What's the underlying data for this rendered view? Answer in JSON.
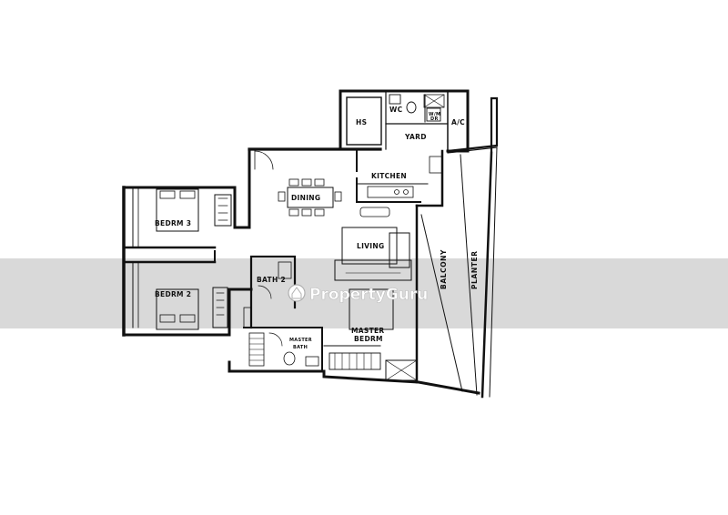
{
  "rooms": {
    "hs": "HS",
    "wc": "WC",
    "wm_dr_line1": "W/M",
    "wm_dr_line2": "DR",
    "ac": "A/C",
    "yard": "YARD",
    "kitchen": "KITCHEN",
    "dining": "DINING",
    "bedrm3": "BEDRM 3",
    "living": "LIVING",
    "bedrm2": "BEDRM 2",
    "bath2": "BATH 2",
    "master_bedrm_line1": "MASTER",
    "master_bedrm_line2": "BEDRM",
    "master_bath_line1": "MASTER",
    "master_bath_line2": "BATH",
    "balcony": "BALCONY",
    "planter": "PLANTER"
  },
  "watermark": {
    "brand": "PropertyGuru",
    "band_color": "#d9d9d9"
  },
  "colors": {
    "wall": "#111111",
    "background": "#ffffff"
  }
}
